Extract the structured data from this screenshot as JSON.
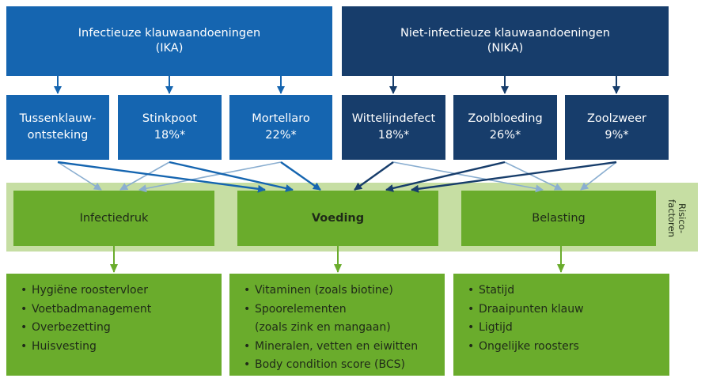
{
  "headers": {
    "ika": {
      "line1": "Infectieuze klauwaandoeningen",
      "line2": "(IKA)"
    },
    "nika": {
      "line1": "Niet-infectieuze klauwaandoeningen",
      "line2": "(NIKA)"
    }
  },
  "conditions": [
    {
      "name": "Tussenklauw-",
      "name2": "ontsteking",
      "value": ""
    },
    {
      "name": "Stinkpoot",
      "value": "18%*"
    },
    {
      "name": "Mortellaro",
      "value": "22%*"
    },
    {
      "name": "Wittelijndefect",
      "value": "18%*"
    },
    {
      "name": "Zoolbloeding",
      "value": "26%*"
    },
    {
      "name": "Zoolzweer",
      "value": "9%*"
    }
  ],
  "risk_factors": {
    "label_line1": "Risico-",
    "label_line2": "factoren",
    "infectiedruk": "Infectiedruk",
    "voeding": "Voeding",
    "belasting": "Belasting"
  },
  "lists": {
    "infectiedruk": [
      "Hygiëne roostervloer",
      "Voetbadmanagement",
      "Overbezetting",
      "Huisvesting"
    ],
    "voeding": [
      "Vitaminen (zoals biotine)",
      "Spoorelementen",
      "(zoals zink en mangaan)",
      "Mineralen, vetten en eiwitten",
      "Body condition score (BCS)"
    ],
    "belasting": [
      "Statijd",
      "Draaipunten klauw",
      "Ligtijd",
      "Ongelijke roosters"
    ]
  },
  "colors": {
    "ika_blue": "#1565b0",
    "nika_navy": "#173d6b",
    "green": "#6aac2c",
    "band": "#c6dea3",
    "light_arrow": "#8aaed0"
  }
}
